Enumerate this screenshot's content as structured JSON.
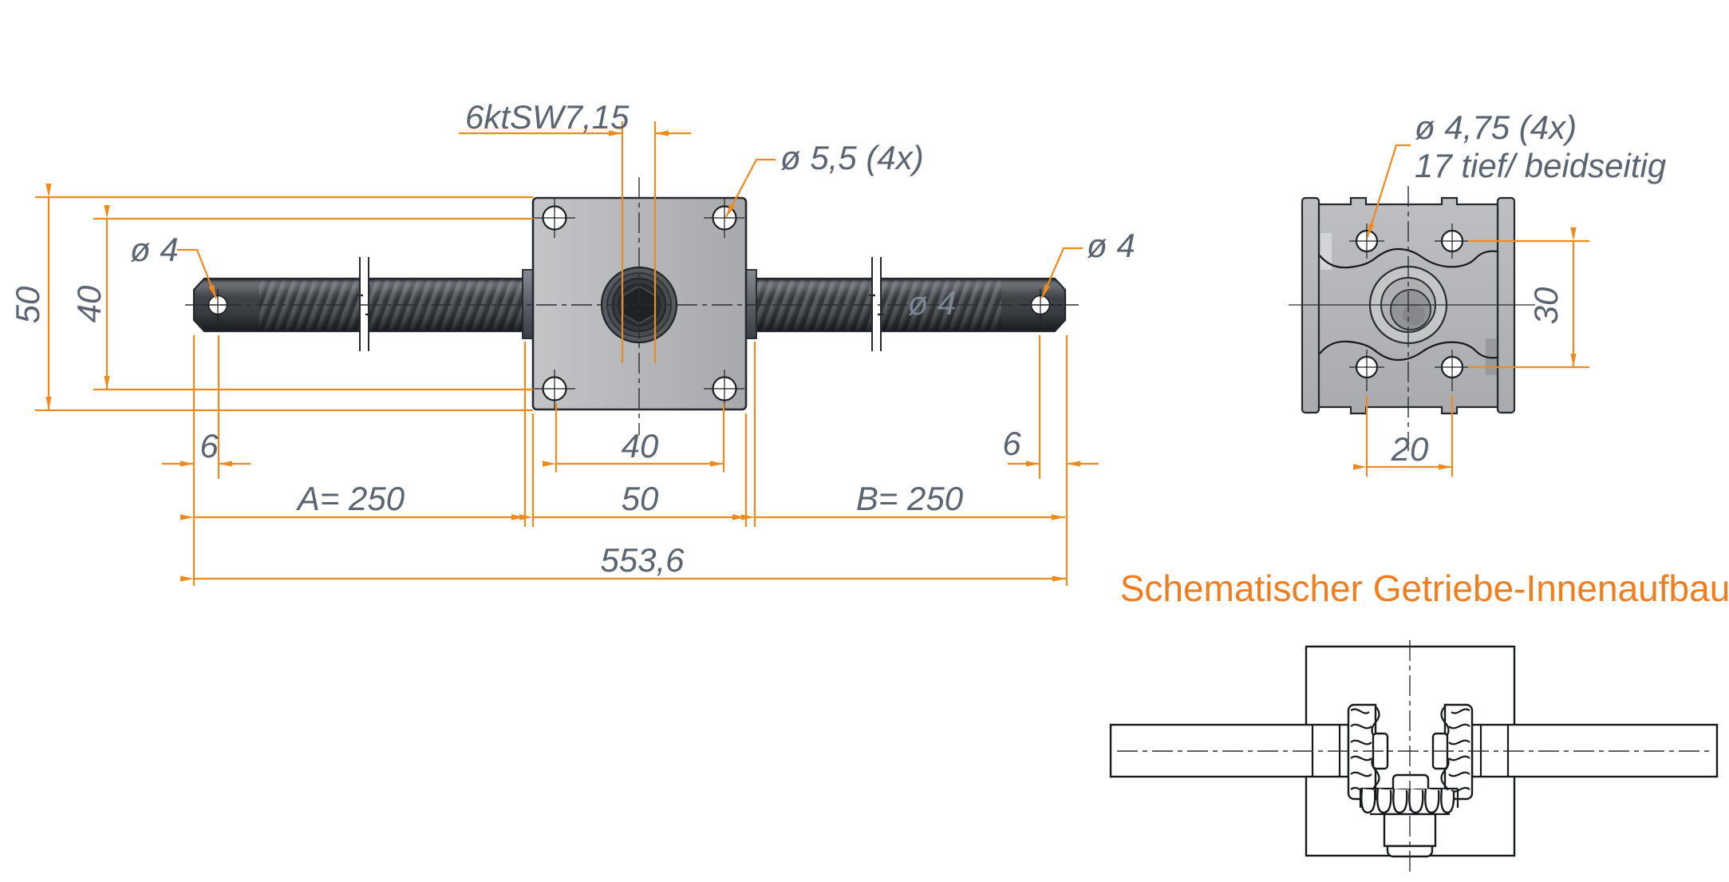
{
  "colors": {
    "accent": "#EF8A1F",
    "dim_text": "#5B6470",
    "ghost_text": "#8793A1",
    "title_text": "#EE7E20",
    "plate_fill": "#B5B7BA",
    "rod_fill": "#303338"
  },
  "front_view": {
    "hex_label": "6ktSW7,15",
    "hole_label": "ø 5,5 (4x)",
    "left_end_dia": "ø 4",
    "right_end_dia": "ø 4",
    "ghost_dia": "ø 4",
    "dims": {
      "height_total": "50",
      "hole_spacing_v": "40",
      "hole_offset_left": "6",
      "hole_offset_right": "6",
      "length_a": "A= 250",
      "body_width": "50",
      "hole_spacing_h": "40",
      "length_b": "B= 250",
      "length_total": "553,6"
    }
  },
  "side_view": {
    "hole_label_line1": "ø 4,75 (4x)",
    "hole_label_line2": "17 tief/ beidseitig",
    "dims": {
      "hole_spacing_v": "30",
      "hole_spacing_h": "20"
    }
  },
  "schematic": {
    "title": "Schematischer Getriebe-Innenaufbau"
  }
}
